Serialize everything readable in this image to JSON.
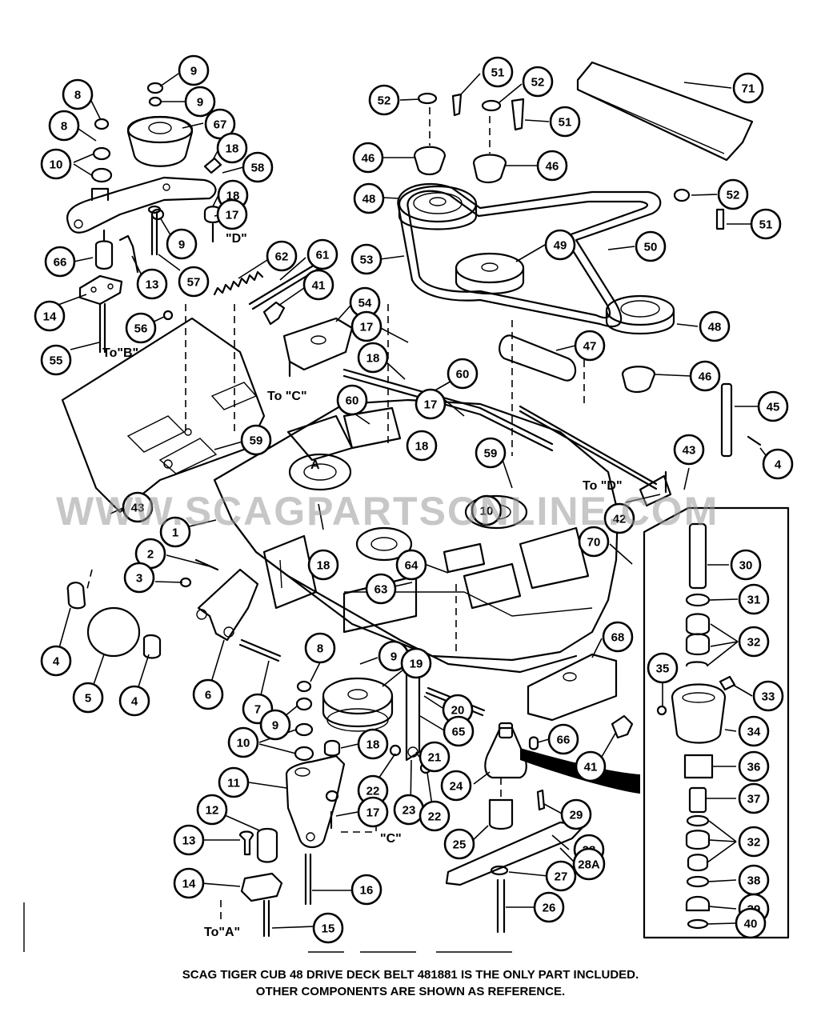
{
  "watermark": "WWW.SCAGPARTSONLINE.COM",
  "notes": {
    "to_b": "To\"B\"",
    "to_c_top": "To \"C\"",
    "to_d_top": "\"D\"",
    "to_a_left": "A",
    "to_d_right": "To \"D\"",
    "c_bottom": "\"C\"",
    "to_a_bottom": "To\"A\""
  },
  "callouts": [
    {
      "n": "8"
    },
    {
      "n": "8"
    },
    {
      "n": "9"
    },
    {
      "n": "9"
    },
    {
      "n": "67"
    },
    {
      "n": "10"
    },
    {
      "n": "18"
    },
    {
      "n": "58"
    },
    {
      "n": "18"
    },
    {
      "n": "17"
    },
    {
      "n": "9"
    },
    {
      "n": "66"
    },
    {
      "n": "13"
    },
    {
      "n": "57"
    },
    {
      "n": "14"
    },
    {
      "n": "56"
    },
    {
      "n": "55"
    },
    {
      "n": "62"
    },
    {
      "n": "61"
    },
    {
      "n": "41"
    },
    {
      "n": "54"
    },
    {
      "n": "17"
    },
    {
      "n": "18"
    },
    {
      "n": "60"
    },
    {
      "n": "17"
    },
    {
      "n": "60"
    },
    {
      "n": "18"
    },
    {
      "n": "59"
    },
    {
      "n": "59"
    },
    {
      "n": "43"
    },
    {
      "n": "1"
    },
    {
      "n": "18"
    },
    {
      "n": "10"
    },
    {
      "n": "64"
    },
    {
      "n": "63"
    },
    {
      "n": "52"
    },
    {
      "n": "51"
    },
    {
      "n": "52"
    },
    {
      "n": "51"
    },
    {
      "n": "71"
    },
    {
      "n": "46"
    },
    {
      "n": "46"
    },
    {
      "n": "48"
    },
    {
      "n": "52"
    },
    {
      "n": "51"
    },
    {
      "n": "53"
    },
    {
      "n": "49"
    },
    {
      "n": "50"
    },
    {
      "n": "48"
    },
    {
      "n": "47"
    },
    {
      "n": "46"
    },
    {
      "n": "45"
    },
    {
      "n": "4"
    },
    {
      "n": "43"
    },
    {
      "n": "42"
    },
    {
      "n": "70"
    },
    {
      "n": "2"
    },
    {
      "n": "3"
    },
    {
      "n": "4"
    },
    {
      "n": "5"
    },
    {
      "n": "4"
    },
    {
      "n": "6"
    },
    {
      "n": "7"
    },
    {
      "n": "8"
    },
    {
      "n": "9"
    },
    {
      "n": "19"
    },
    {
      "n": "9"
    },
    {
      "n": "10"
    },
    {
      "n": "18"
    },
    {
      "n": "11"
    },
    {
      "n": "22"
    },
    {
      "n": "17"
    },
    {
      "n": "20"
    },
    {
      "n": "65"
    },
    {
      "n": "21"
    },
    {
      "n": "23"
    },
    {
      "n": "22"
    },
    {
      "n": "24"
    },
    {
      "n": "66"
    },
    {
      "n": "41"
    },
    {
      "n": "68"
    },
    {
      "n": "12"
    },
    {
      "n": "13"
    },
    {
      "n": "14"
    },
    {
      "n": "16"
    },
    {
      "n": "15"
    },
    {
      "n": "25"
    },
    {
      "n": "29"
    },
    {
      "n": "28"
    },
    {
      "n": "28A"
    },
    {
      "n": "27"
    },
    {
      "n": "26"
    },
    {
      "n": "30"
    },
    {
      "n": "31"
    },
    {
      "n": "32"
    },
    {
      "n": "35"
    },
    {
      "n": "33"
    },
    {
      "n": "34"
    },
    {
      "n": "36"
    },
    {
      "n": "37"
    },
    {
      "n": "32"
    },
    {
      "n": "38"
    },
    {
      "n": "39"
    },
    {
      "n": "40"
    }
  ],
  "caption": {
    "line1": "SCAG TIGER CUB 48 DRIVE DECK BELT 481881 IS THE ONLY PART INCLUDED.",
    "line2": "OTHER COMPONENTS ARE SHOWN AS REFERENCE."
  }
}
